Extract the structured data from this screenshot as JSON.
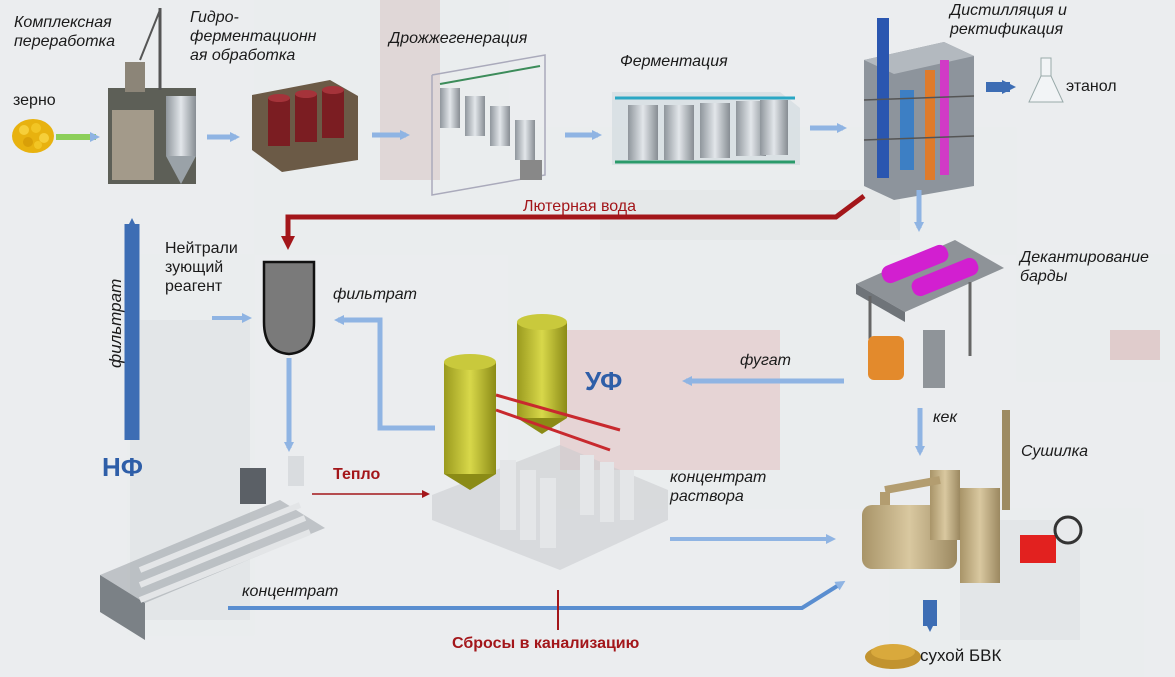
{
  "stages": {
    "complex": "Комплексная\nпереработка",
    "grain": "зерно",
    "hydro": "Гидро-\nферментационн\nая обработка",
    "yeast": "Дрожжегенерация",
    "ferment": "Ферментация",
    "distill": "Дистилляция и\nректификация",
    "ethanol": "этанол",
    "decant": "Декантирование\nбарды",
    "dryer": "Сушилка",
    "dry_product": "сухой БВК"
  },
  "flows": {
    "lutter_water": "Лютерная вода",
    "neutralizer": "Нейтрали\nзующий\nреагент",
    "filtrate_italic": "фильтрат",
    "filtrate_vertical": "фильтрат",
    "fugat": "фугат",
    "cake": "кек",
    "heat": "Тепло",
    "concentrate_solution": "концентрат\nраствора",
    "concentrate": "концентрат",
    "sewer": "Сбросы в канализацию"
  },
  "units": {
    "uf": "УФ",
    "nf": "НФ"
  },
  "colors": {
    "arrow_blue": "#8fb4e3",
    "arrow_dark_blue": "#3d6db4",
    "arrow_green": "#8ccf5a",
    "lutter_red": "#a3161a",
    "text_accent": "#2e5ea8"
  }
}
